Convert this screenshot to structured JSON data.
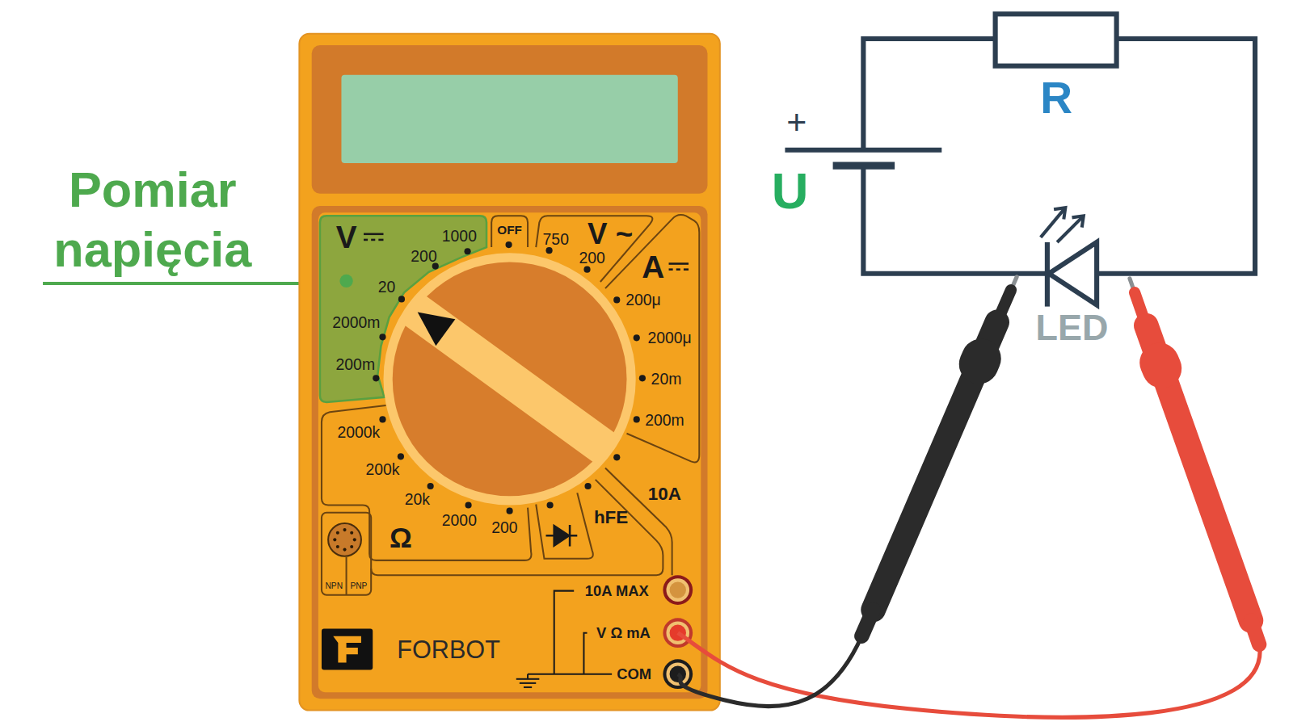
{
  "diagram": {
    "labels": [
      "Pomiar napięcia",
      "V",
      "1000",
      "200",
      "20",
      "2000m",
      "200m",
      "OFF",
      "750",
      "V ~",
      "200",
      "A",
      "200μ",
      "2000μ",
      "20m",
      "200m",
      "10A",
      "2000k",
      "200k",
      "20k",
      "2000",
      "200",
      "Ω",
      "hFE",
      "NPN",
      "PNP",
      "10A MAX",
      "V Ω mA",
      "COM",
      "FORBOT",
      "+",
      "U",
      "R",
      "LED"
    ]
  }
}
